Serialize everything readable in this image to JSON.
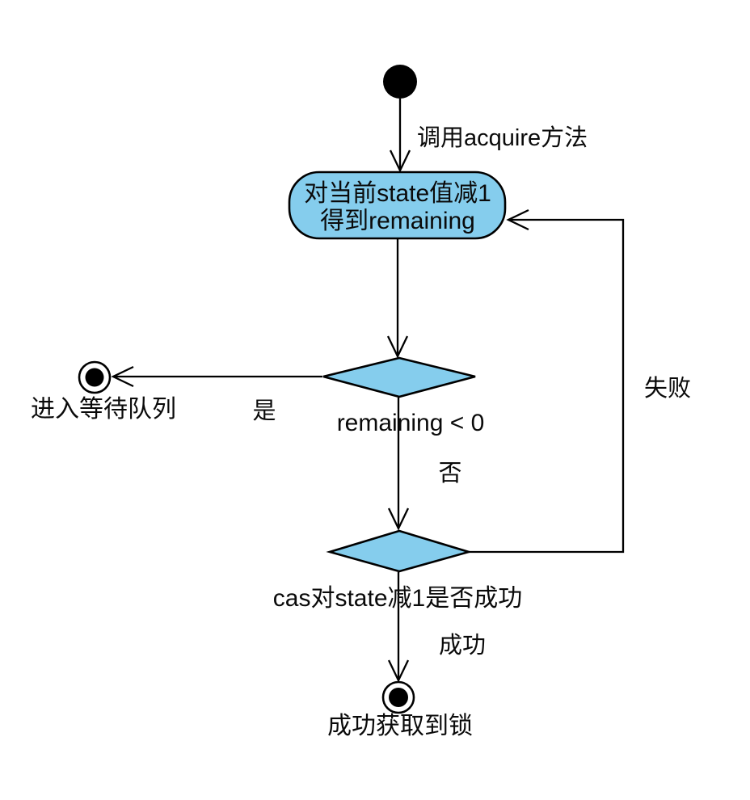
{
  "diagram": {
    "colors": {
      "node_fill": "#85CDED",
      "stroke": "#000000",
      "background": "#ffffff"
    },
    "nodes": {
      "action": {
        "line1": "对当前state值减1",
        "line2": "得到remaining"
      },
      "decision_remaining": {
        "label": "remaining < 0"
      },
      "decision_cas": {
        "label": "cas对state减1是否成功"
      },
      "final_wait": {
        "label": "进入等待队列"
      },
      "final_lock": {
        "label": "成功获取到锁"
      }
    },
    "edges": {
      "start_to_action": {
        "label": "调用acquire方法"
      },
      "remaining_yes": {
        "label": "是"
      },
      "remaining_no": {
        "label": "否"
      },
      "cas_fail": {
        "label": "失败"
      },
      "cas_success": {
        "label": "成功"
      }
    }
  }
}
